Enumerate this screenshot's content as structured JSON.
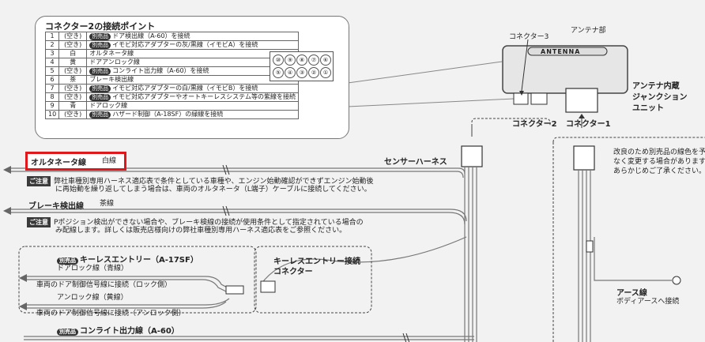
{
  "connector2": {
    "title": "コネクター2の接続ポイント",
    "rows": [
      {
        "no": "1",
        "color": "(空き)",
        "badge": "別売品",
        "text": "ドア検出線（A-60）を接続"
      },
      {
        "no": "2",
        "color": "(空き)",
        "badge": "別売品",
        "text": "イモビ対応アダプターの灰/黒線（イモビA）を接続"
      },
      {
        "no": "3",
        "color": "白",
        "badge": "",
        "text": "オルタネータ線"
      },
      {
        "no": "4",
        "color": "黄",
        "badge": "",
        "text": "ドアアンロック線"
      },
      {
        "no": "5",
        "color": "(空き)",
        "badge": "別売品",
        "text": "コンライト出力線（A-60）を接続"
      },
      {
        "no": "6",
        "color": "茶",
        "badge": "",
        "text": "ブレーキ検出線"
      },
      {
        "no": "7",
        "color": "(空き)",
        "badge": "別売品",
        "text": "イモビ対応アダプターの白/黒線（イモビB）を接続"
      },
      {
        "no": "8",
        "color": "(空き)",
        "badge": "別売品",
        "text": "イモビ対応アダプターやオートキーレスシステム等の紫線を接続"
      },
      {
        "no": "9",
        "color": "青",
        "badge": "",
        "text": "ドアロック線"
      },
      {
        "no": "10",
        "color": "(空き)",
        "badge": "別売品",
        "text": "ハザード制御（A-18SF）の緑線を接続"
      }
    ],
    "pins_top": [
      "⑩",
      "⑨",
      "⑧",
      "⑦",
      "⑥"
    ],
    "pins_bottom": [
      "⑤",
      "④",
      "③",
      "②",
      "①"
    ]
  },
  "unit": {
    "antenna_part": "アンテナ部",
    "connector3": "コネクター3",
    "antenna_text": "ANTENNA",
    "name_l1": "アンテナ内蔵",
    "name_l2": "ジャンクション",
    "name_l3": "ユニット",
    "connector2_label": "コネクター2",
    "connector1_label": "コネクター1"
  },
  "left": {
    "alt_label": "オルタネータ線",
    "alt_color": "白線",
    "alt_note_tag": "ご注意",
    "alt_note_1": "弊社車種別専用ハーネス適応表で条件としている車種や、エンジン始動確認ができずエンジン始動後",
    "alt_note_2": "に再始動を繰り返してしまう場合は、車両のオルタネータ（L端子）ケーブルに接続してください。",
    "brake_label": "ブレーキ検出線",
    "brake_color": "茶線",
    "brake_note_tag": "ご注意",
    "brake_note_1": "Pポジション検出ができない場合や、ブレーキ検線の接続が使用条件として指定されている場合の",
    "brake_note_2": "み配線します。詳しくは販売店様向けの弊社車種別専用ハーネス適応表をご参照ください。",
    "sensor_harness": "センサーハーネス"
  },
  "keyless": {
    "badge": "別売品",
    "title": "キーレスエントリー（A-17SF）",
    "lock_wire": "ドアロック線（青線）",
    "lock_target": "車両のドア制御信号線に接続（ロック側）",
    "unlock_wire": "アンロック線（黄線）",
    "unlock_target": "車両のドア制御信号線に接続（アンロック側）",
    "conn_l1": "キーレスエントリー接続",
    "conn_l2": "コネクター"
  },
  "bottom": {
    "badge": "別売品",
    "title": "コンライト出力線（A-60）"
  },
  "right": {
    "note_1": "改良のため別売品の線色を予",
    "note_2": "なく変更する場合があります。",
    "note_3": "あらかじめご了承ください。",
    "ground_title": "アース線",
    "ground_desc": "ボディアースへ接続"
  },
  "colors": {
    "highlight": "#e0181b",
    "line": "#555555"
  }
}
